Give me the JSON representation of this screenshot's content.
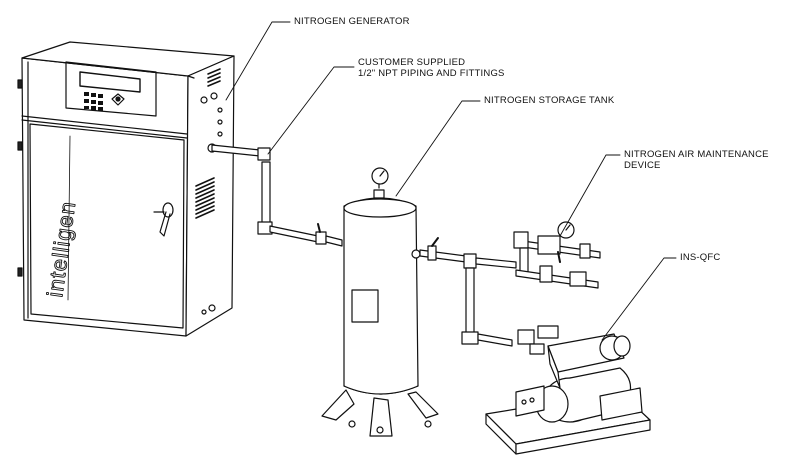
{
  "labels": {
    "nitrogen_generator": "NITROGEN GENERATOR",
    "customer_supplied_line1": "CUSTOMER SUPPLIED",
    "customer_supplied_line2": "1/2\" NPT PIPING AND FITTINGS",
    "nitrogen_storage_tank": "NITROGEN STORAGE TANK",
    "air_maintenance_line1": "NITROGEN AIR MAINTENANCE",
    "air_maintenance_line2": "DEVICE",
    "ins_qfc": "INS-QFC"
  },
  "generator": {
    "brand_text": "intelligen"
  }
}
